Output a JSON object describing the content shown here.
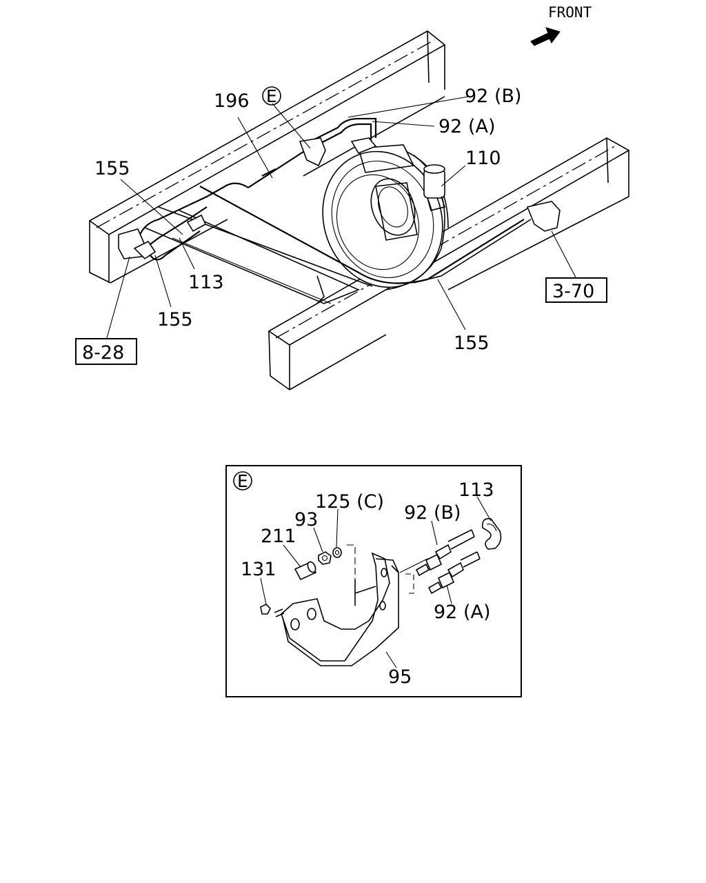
{
  "front_label": "FRONT",
  "main_view": {
    "labels": {
      "l196": "196",
      "circle_e": "E",
      "l92b": "92 (B)",
      "l92a": "92 (A)",
      "l110": "110",
      "l155_top": "155",
      "l113": "113",
      "l155_mid": "155",
      "l155_right": "155",
      "ref_8_28": "8-28",
      "ref_3_70": "3-70"
    }
  },
  "detail_e": {
    "circle_e": "E",
    "labels": {
      "l125c": "125 (C)",
      "l113": "113",
      "l93": "93",
      "l92b": "92 (B)",
      "l211": "211",
      "l131": "131",
      "l92a": "92 (A)",
      "l95": "95"
    }
  }
}
